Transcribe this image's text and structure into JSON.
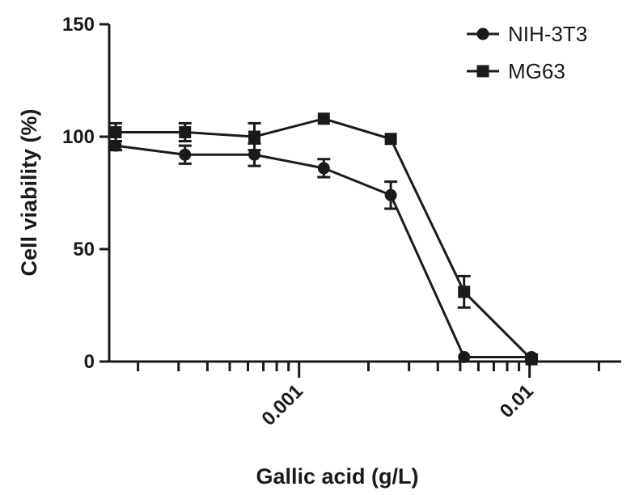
{
  "chart_data": {
    "type": "line",
    "xlabel": "Gallic acid (g/L)",
    "ylabel": "Cell viability (%)",
    "xscale": "log",
    "xlim": [
      0.00015,
      0.025
    ],
    "ylim": [
      0,
      150
    ],
    "yticks": [
      {
        "value": 0,
        "label": "0"
      },
      {
        "value": 50,
        "label": "50"
      },
      {
        "value": 100,
        "label": "100"
      },
      {
        "value": 150,
        "label": "150"
      }
    ],
    "xticks_major": [
      {
        "value": 0.001,
        "label": "0.001"
      },
      {
        "value": 0.01,
        "label": "0.01"
      }
    ],
    "xticks_minor": [
      0.0002,
      0.0003,
      0.0004,
      0.0005,
      0.0006,
      0.0007,
      0.0008,
      0.0009,
      0.002,
      0.003,
      0.004,
      0.005,
      0.006,
      0.007,
      0.008,
      0.009,
      0.02
    ],
    "legend_position": "top-right",
    "series": [
      {
        "name": "NIH-3T3",
        "marker": "circle",
        "x": [
          0.00016,
          0.00032,
          0.00064,
          0.00128,
          0.0025,
          0.0052,
          0.0102
        ],
        "y": [
          96,
          92,
          92,
          86,
          74,
          2,
          2
        ],
        "err": [
          2,
          4,
          5,
          4,
          6,
          0,
          1
        ]
      },
      {
        "name": "MG63",
        "marker": "square",
        "x": [
          0.00016,
          0.00032,
          0.00064,
          0.00128,
          0.0025,
          0.0052,
          0.0102
        ],
        "y": [
          102,
          102,
          100,
          108,
          99,
          31,
          1
        ],
        "err": [
          4,
          4,
          6,
          0,
          0,
          7,
          1
        ]
      }
    ]
  }
}
